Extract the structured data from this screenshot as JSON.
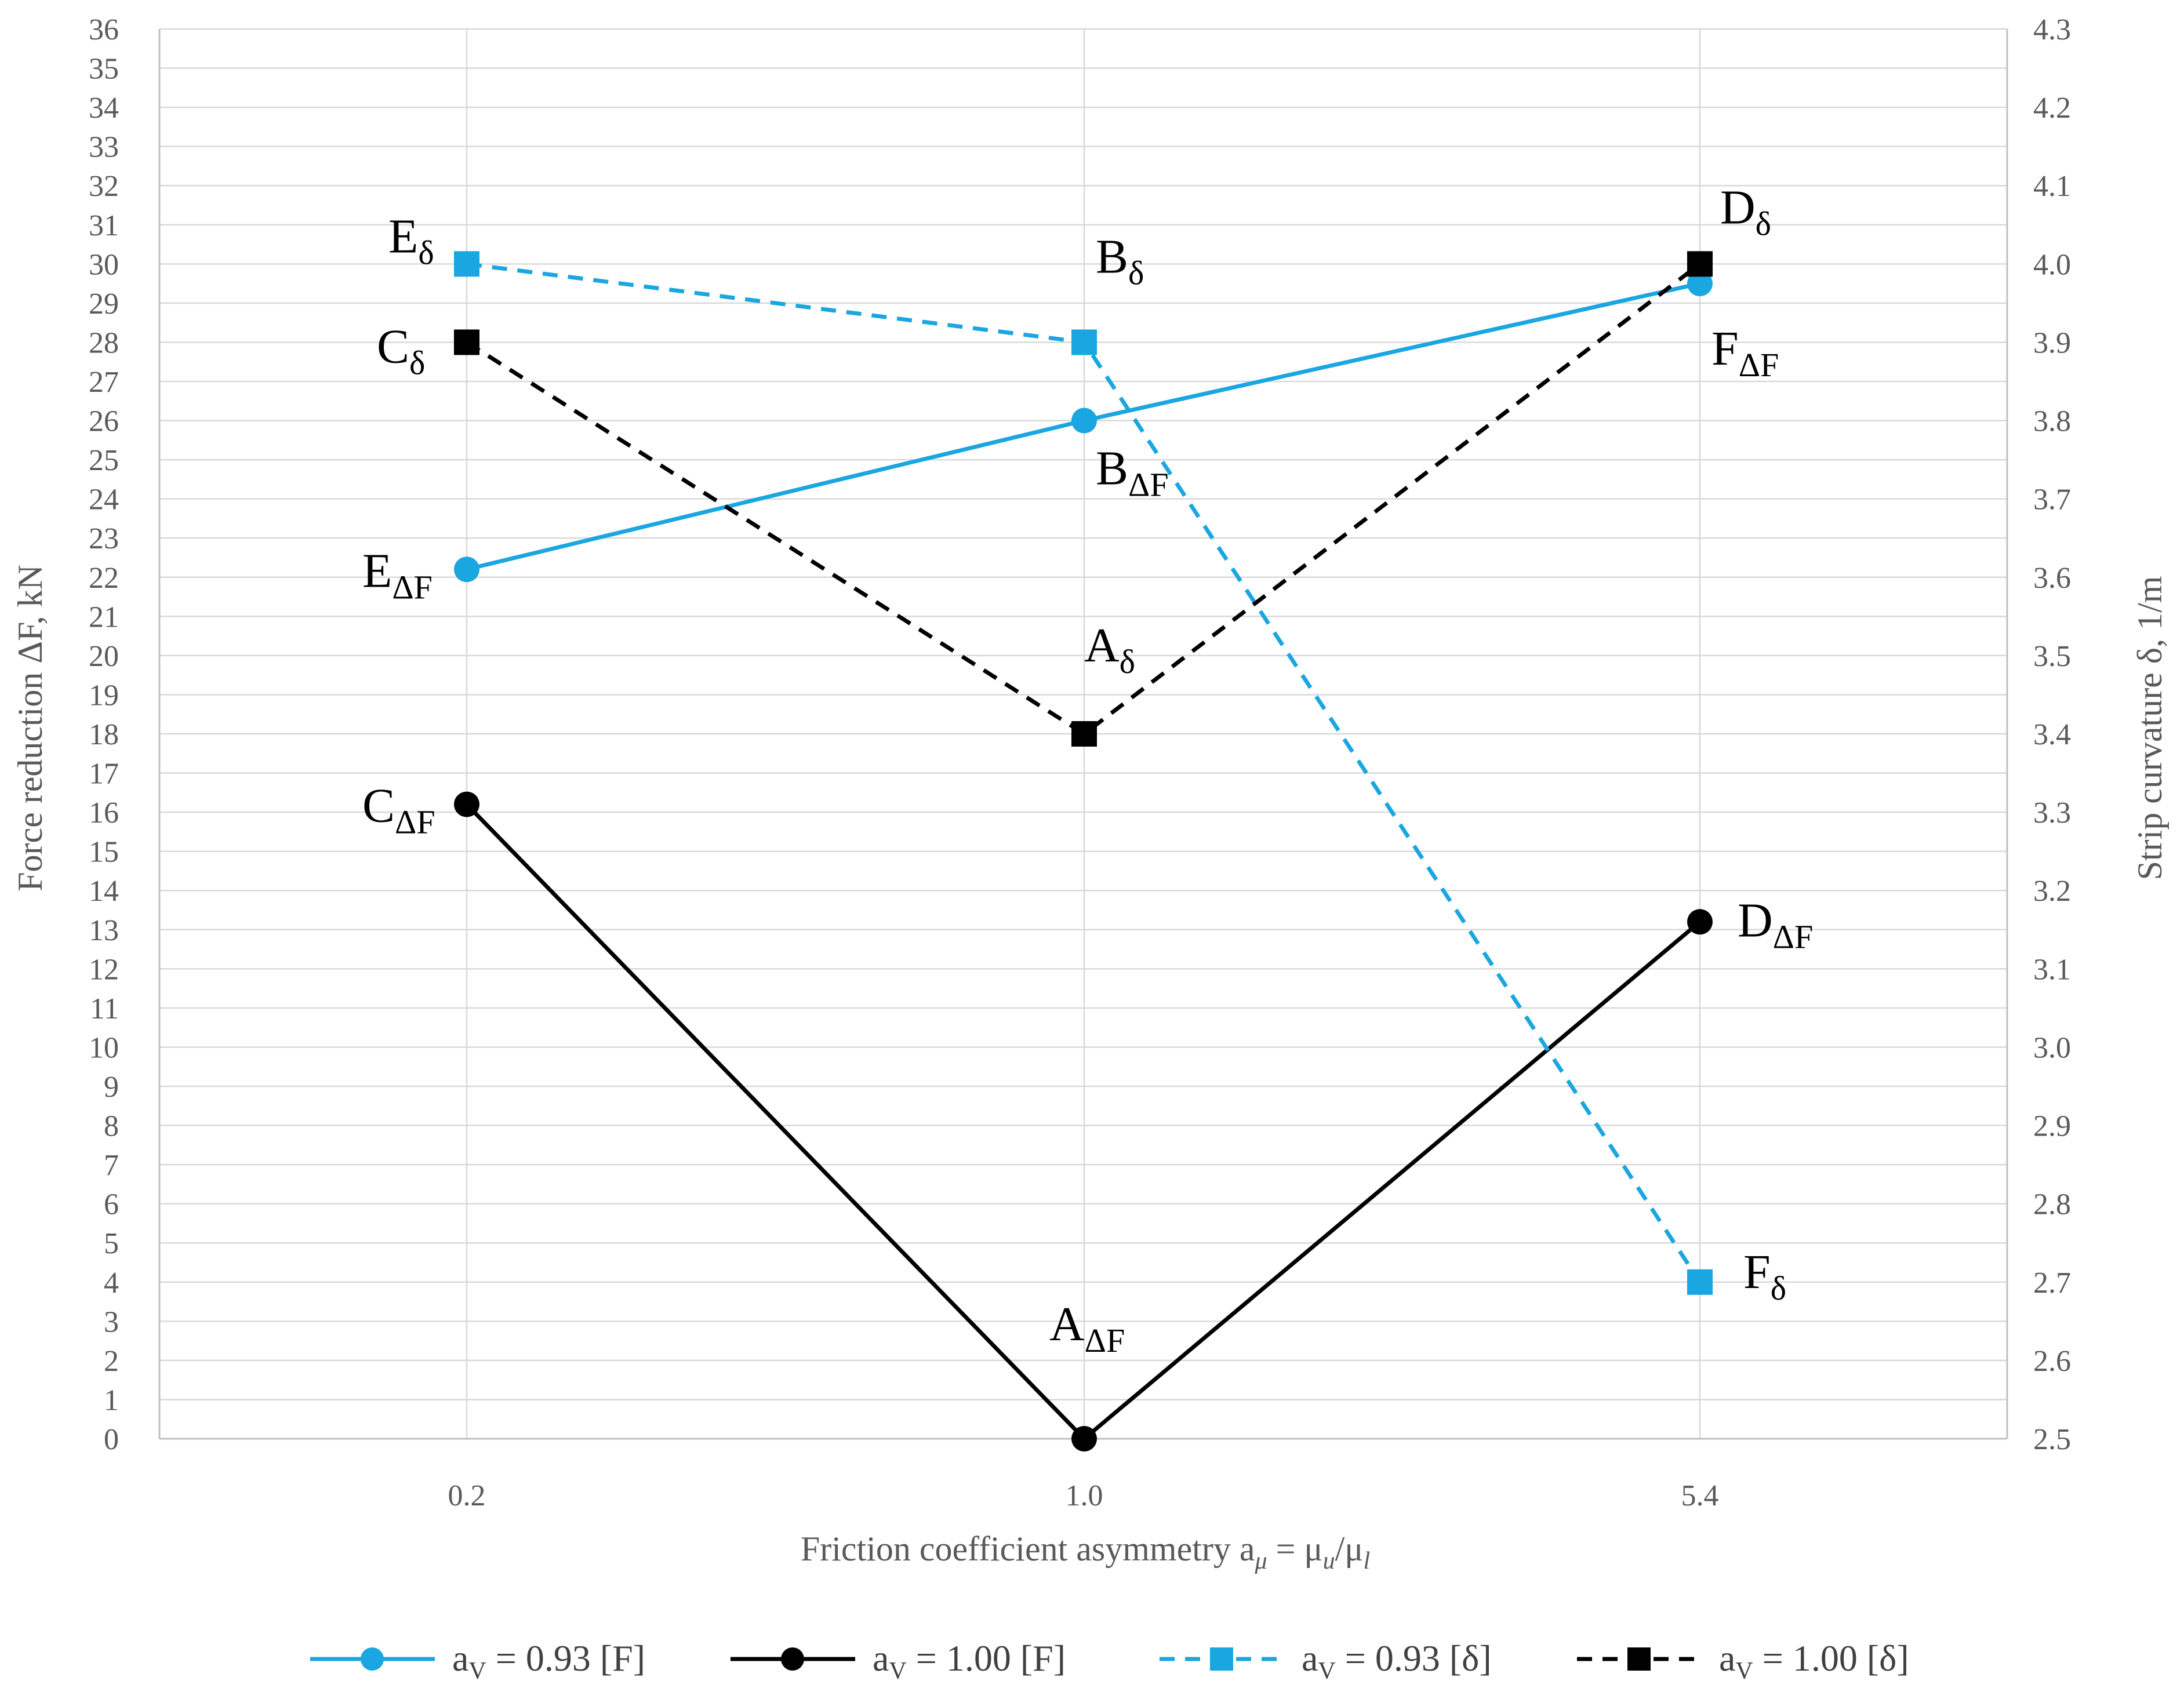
{
  "chart_data": {
    "type": "line",
    "categories": [
      "0.2",
      "1.0",
      "5.4"
    ],
    "x_axis": {
      "title": "Friction coefficient asymmetry a",
      "title_sub1": "μ",
      "title_mid": " = μ",
      "title_sub2": "u",
      "title_mid2": "/μ",
      "title_sub3": "l"
    },
    "y_axis_left": {
      "title": "Force reduction ΔF, kN",
      "min": 0,
      "max": 36,
      "step": 1
    },
    "y_axis_right": {
      "title": "Strip curvature δ, 1/m",
      "min": 2.5,
      "max": 4.3,
      "step": 0.1
    },
    "grid": true,
    "legend_position": "bottom",
    "colors": {
      "blue": "#1aa6e0",
      "black": "#000000"
    },
    "series": [
      {
        "name": "a",
        "name_sub": "V",
        "name_rest": " = 0.93 [F]",
        "axis": "left",
        "color": "#1aa6e0",
        "dashed": false,
        "marker": "circle",
        "values": [
          22.2,
          26.0,
          29.5
        ],
        "labels": [
          [
            "E",
            "ΔF"
          ],
          [
            "B",
            "ΔF"
          ],
          [
            "F",
            "ΔF"
          ]
        ]
      },
      {
        "name": "a",
        "name_sub": "V",
        "name_rest": " = 1.00 [F]",
        "axis": "left",
        "color": "#000000",
        "dashed": false,
        "marker": "circle",
        "values": [
          16.2,
          0.0,
          13.2
        ],
        "labels": [
          [
            "C",
            "ΔF"
          ],
          [
            "A",
            "ΔF"
          ],
          [
            "D",
            "ΔF"
          ]
        ]
      },
      {
        "name": "a",
        "name_sub": "V",
        "name_rest": " = 0.93 [δ]",
        "axis": "right",
        "color": "#1aa6e0",
        "dashed": true,
        "marker": "square",
        "values": [
          4.0,
          3.9,
          2.7
        ],
        "labels": [
          [
            "E",
            "δ"
          ],
          [
            "B",
            "δ"
          ],
          [
            "F",
            "δ"
          ]
        ]
      },
      {
        "name": "a",
        "name_sub": "V",
        "name_rest": " = 1.00 [δ]",
        "axis": "right",
        "color": "#000000",
        "dashed": true,
        "marker": "square",
        "values": [
          3.9,
          3.4,
          4.0
        ],
        "labels": [
          [
            "C",
            "δ"
          ],
          [
            "A",
            "δ"
          ],
          [
            "D",
            "δ"
          ]
        ]
      }
    ]
  }
}
